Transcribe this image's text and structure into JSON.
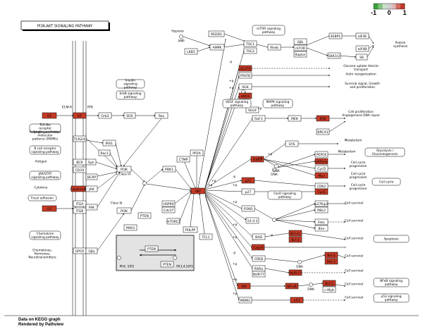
{
  "title": "PI3K-AKT SIGNALING PATHWAY",
  "legend": {
    "ticks": [
      "-1",
      "0",
      "1"
    ],
    "colors": [
      "#3aa33a",
      "#7fc47f",
      "#c8e0c8",
      "#cfcfcf",
      "#e0b8b8",
      "#d46a60",
      "#c0392b"
    ]
  },
  "footer": {
    "line1": "Data on KEGG graph",
    "line2": "Rendered by Pathview"
  },
  "colors": {
    "up": "#c53a26",
    "node_stroke": "#000000",
    "box_fill": "#ffffff"
  },
  "genes": {
    "ecm": "GF",
    "itga": "ITGA",
    "itgb": "ITGB",
    "tlr24": "TLR2/4",
    "bcr": "BCR",
    "syk": "Syk",
    "cd19": "CD19",
    "bcap": "BCAP",
    "cytokine_r": "CytokineR",
    "jak": "JAK",
    "fak": "FAK",
    "gpcr": "GPCR",
    "gbg": "Gβγ",
    "grb2": "Grb2",
    "sos": "SOS",
    "ras": "Ras",
    "irs1": "IRS1",
    "rac1": "Rac1",
    "pi3k": "PI3K",
    "pi3k2": "PI3K",
    "pdk1": "PDK1",
    "pp2a": "PP2A",
    "ctmp": "CTMP",
    "akt": "AKT",
    "hsp90": "HSP90",
    "cdc37": "Cdc37",
    "mtorc2": "mTORC2",
    "phlpp": "PHLPP",
    "tcl1": "TCL1",
    "pten": "PTEN",
    "pten2": "PTEN",
    "magi": "MAGI",
    "redd1": "REDD1",
    "lkb1": "LKB1",
    "ampk": "AMPK",
    "tsc1": "TSC1",
    "tsc2": "TSC2",
    "rheb": "Rheb",
    "gbl": "GβL",
    "mtor": "mTOR",
    "raptor": "Raptor",
    "4ebp1": "4EBP1",
    "eif4e": "eIF4E",
    "eif4b": "eIF4B",
    "s6k": "S6K1/2",
    "s6": "S6",
    "glut4": "GLUT4",
    "pfkfb": "PFKFB",
    "fgd1": "FIGF",
    "sgk": "SGK",
    "enos": "eNOS",
    "vegf": "VEGF",
    "raf1": "Raf-1",
    "mek": "MEK",
    "erk": "ERK",
    "brca1": "BRCA1",
    "gys": "GYS",
    "gsk3": "GSK3",
    "pepck": "PEPCK",
    "g6pc": "G6Pase",
    "cycd": "CycD",
    "myc": "Myc",
    "p21": "p21",
    "cdk2": "CDK2",
    "cyce": "CycE",
    "p27": "p27",
    "foxo": "FOXO",
    "p27kip1": "p27Kip1",
    "rbl2": "RBL2",
    "fasl": "FasL",
    "bim": "Bim",
    "bad": "BAD",
    "bclxl": "Bcl-xL",
    "casp9": "Casp9",
    "creb": "CREB",
    "bcl2": "Bcl-2",
    "mcl1": "Mcl-1",
    "rxra": "RXRα",
    "nur77": "NUR77",
    "ikk": "IKK",
    "nfkb": "NF-κB",
    "cmyb": "c-Myb",
    "mdm2": "MDM2",
    "p53": "p53",
    "1433": "14-3-3"
  },
  "labels": {
    "ecm_r": "ECM-R",
    "rtk": "RTK",
    "class1a": "Class IA",
    "class1b": "Class Ib",
    "hypoxia": "Hypoxia",
    "amp": "AMP",
    "pip2": "PI(4, 5)P2",
    "pip3": "PI(3,4,5)P3",
    "dna": "DNA",
    "plus_p": "+p",
    "minus_p": "-p",
    "tlr": "Toll-like receptor signaling pathway",
    "pamps": "Pathogen-associated molecular patterns (PAMPs)",
    "bcell": "B cell receptor signaling pathway",
    "antigen": "Antigen",
    "jakstat": "JAK/STAT signaling pathway",
    "cytokine": "Cytokine",
    "focal": "Focal adhesion",
    "chemokine": "Chemokine signaling pathway",
    "chemokines": "Chemokines, Hormones, Neurotransmitters",
    "insulin": "Insulin signaling pathway",
    "erbb": "ErbB signaling pathway",
    "vegfpw": "VEGF signaling pathway",
    "mapk": "MAPK signaling pathway",
    "mtorpw": "mTOR signaling pathway",
    "foxopw": "FoxO signaling pathway",
    "apoptosis": "Apoptosis",
    "cellcycle": "Cell cycle",
    "glyco": "Glycolysis / Gluconeogenesis",
    "nfkbpw": "NFκB signaling pathway",
    "p53pw": "p53 signaling pathway",
    "protein_synth": "Protein synthesis",
    "glucose": "Glucose uptake Vesicle transport",
    "actin": "Actin reorganization",
    "survival_growth": "Survival signal, Growth and proliferation",
    "prolif": "Cell proliferation Angiogenesis DNA repair",
    "metabolism": "Metabolism",
    "metabolism2": "Metabolism",
    "ccp1": "Cell cycle progression",
    "ccp2": "Cell cycle progression",
    "ccp3": "Cell cycle progression",
    "surv1": "Cell survival",
    "surv2": "Cell survival",
    "surv3": "Cell survival",
    "surv4": "Cell survival",
    "surv5": "Cell survival",
    "surv6": "Cell survival",
    "surv7": "Cell survival"
  }
}
